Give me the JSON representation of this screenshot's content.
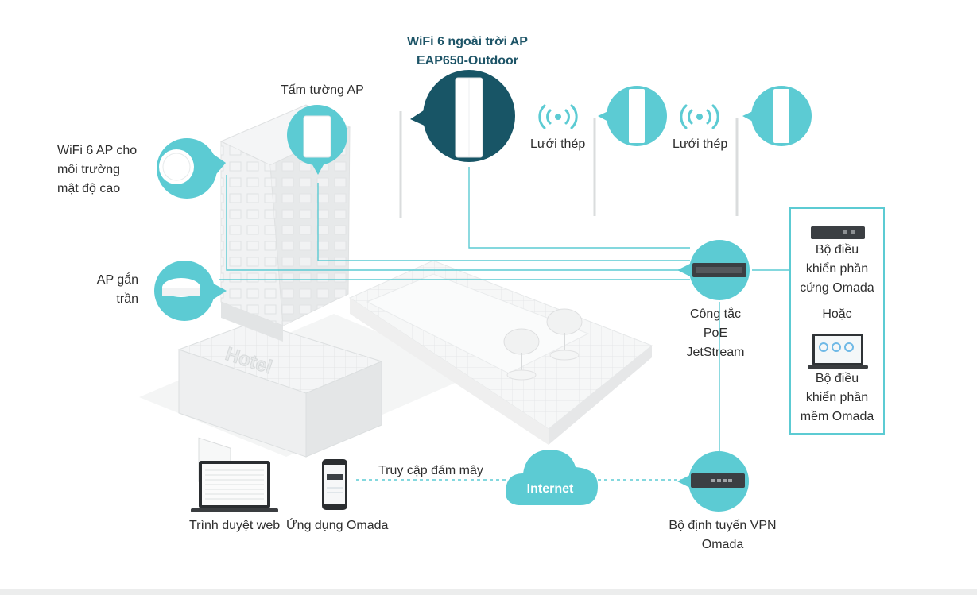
{
  "labels": {
    "outdoor_ap": [
      "WiFi 6 ngoài trời AP",
      "EAP650-Outdoor"
    ],
    "wall_plate_ap": "Tấm tường AP",
    "hd_ap": [
      "WiFi 6 AP cho",
      "môi trường",
      "mật độ cao"
    ],
    "ceiling_ap": [
      "AP gắn",
      "trần"
    ],
    "mesh_1": "Lưới thép",
    "mesh_2": "Lưới thép",
    "poe_switch": [
      "Công tắc",
      "PoE",
      "JetStream"
    ],
    "hw_controller": [
      "Bộ điều",
      "khiển phần",
      "cứng Omada"
    ],
    "or": "Hoặc",
    "sw_controller": [
      "Bộ điều",
      "khiển phần",
      "mềm Omada"
    ],
    "router": [
      "Bộ định tuyến VPN",
      "Omada"
    ],
    "internet": "Internet",
    "cloud_access": "Truy cập đám mây",
    "web_browser": "Trình duyệt web",
    "omada_app": "Ứng dụng Omada",
    "hotel_sign": "Hotel"
  },
  "colors": {
    "teal": "#5ccbd3",
    "dark_teal": "#185566",
    "text": "#2e2e2e",
    "line": "#5ccbd3"
  },
  "icons": [
    "wifi-signal-icon",
    "ceiling-ap-icon",
    "wall-plate-ap-icon",
    "outdoor-ap-icon",
    "switch-icon",
    "router-icon",
    "cloud-icon",
    "laptop-icon",
    "phone-icon",
    "hardware-controller-icon",
    "software-controller-laptop-icon"
  ]
}
